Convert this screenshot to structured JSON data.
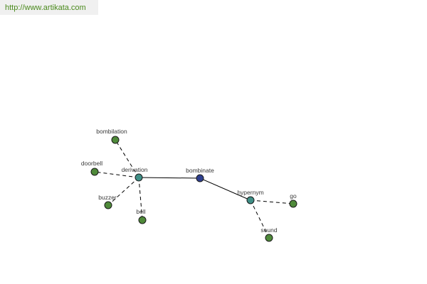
{
  "header": {
    "url_text": "http://www.artikata.com"
  },
  "colors": {
    "url_text": "#4a8a1c",
    "center_node": "#2e3f8f",
    "relation_node": "#3f8f86",
    "leaf_node": "#4f8a3a"
  },
  "graph": {
    "nodes": [
      {
        "id": "bombinate",
        "label": "bombinate",
        "kind": "center"
      },
      {
        "id": "derivation",
        "label": "derivation",
        "kind": "relation"
      },
      {
        "id": "hypernym",
        "label": "hypernym",
        "kind": "relation"
      },
      {
        "id": "bombilation",
        "label": "bombilation",
        "kind": "leaf"
      },
      {
        "id": "doorbell",
        "label": "doorbell",
        "kind": "leaf"
      },
      {
        "id": "buzzer",
        "label": "buzzer",
        "kind": "leaf"
      },
      {
        "id": "bell",
        "label": "bell",
        "kind": "leaf"
      },
      {
        "id": "go",
        "label": "go",
        "kind": "leaf"
      },
      {
        "id": "sound",
        "label": "sound",
        "kind": "leaf"
      }
    ],
    "edges": [
      {
        "from": "derivation",
        "to": "bombinate",
        "style": "solid"
      },
      {
        "from": "bombinate",
        "to": "hypernym",
        "style": "solid"
      },
      {
        "from": "derivation",
        "to": "bombilation",
        "style": "dashed"
      },
      {
        "from": "derivation",
        "to": "doorbell",
        "style": "dashed"
      },
      {
        "from": "derivation",
        "to": "buzzer",
        "style": "dashed"
      },
      {
        "from": "derivation",
        "to": "bell",
        "style": "dashed"
      },
      {
        "from": "hypernym",
        "to": "go",
        "style": "dashed"
      },
      {
        "from": "hypernym",
        "to": "sound",
        "style": "dashed"
      }
    ]
  }
}
